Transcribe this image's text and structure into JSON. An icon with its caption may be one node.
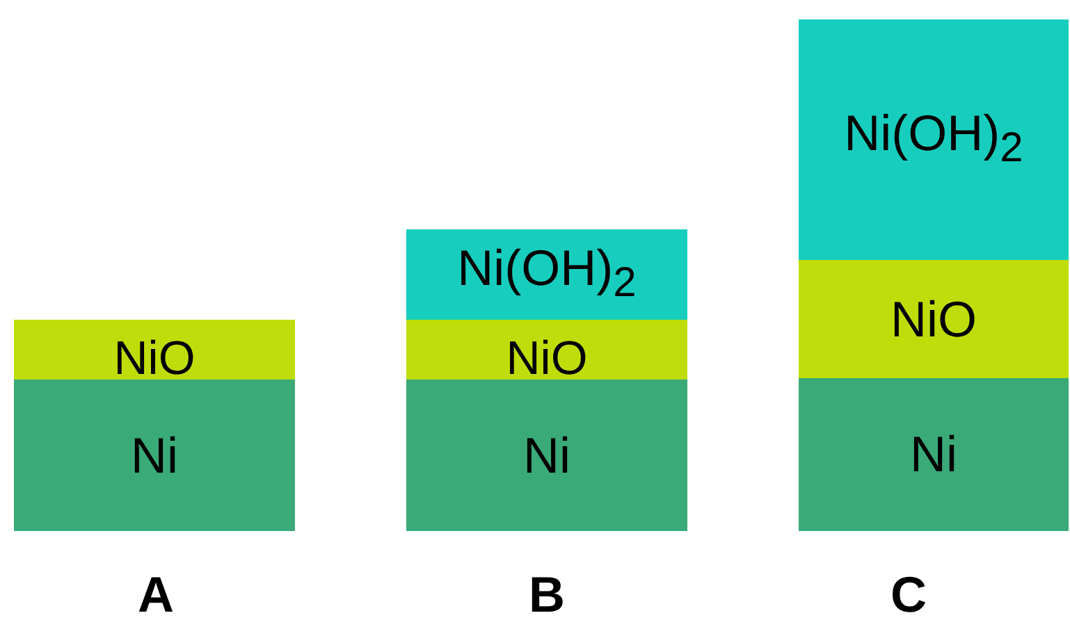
{
  "diagram": {
    "nodes": [
      {
        "text": [
          "NiO"
        ]
      },
      {
        "text": [
          "Ni"
        ]
      },
      {
        "text": [
          "Ni(OH)$_{2}$"
        ]
      },
      {
        "text": [
          "NiO"
        ]
      },
      {
        "text": [
          "Ni"
        ]
      },
      {
        "text": [
          "Ni(OH)$_{2}$"
        ]
      },
      {
        "text": [
          "NiO"
        ]
      },
      {
        "text": [
          "Ni"
        ]
      }
    ],
    "labels": [
      "A",
      "B",
      "C"
    ]
  }
}
